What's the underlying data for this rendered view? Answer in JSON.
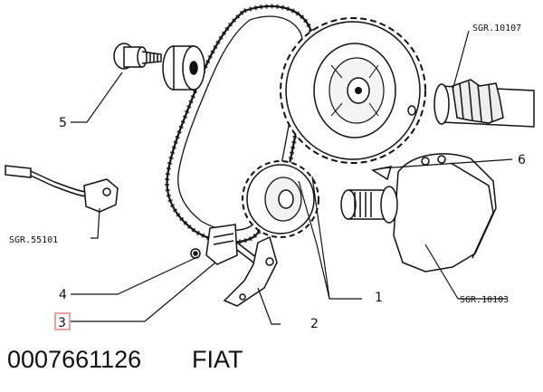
{
  "diagram": {
    "references": {
      "sgr_10107": "SGR.10107",
      "sgr_55101": "SGR.55101",
      "sgr_10103": "SGR.10103"
    },
    "callouts": {
      "c1": "1",
      "c2": "2",
      "c3": "3",
      "c4": "4",
      "c5": "5",
      "c6": "6"
    },
    "highlight_color": "#e06060"
  },
  "footer": {
    "part_number": "0007661126",
    "brand": "FIAT"
  }
}
